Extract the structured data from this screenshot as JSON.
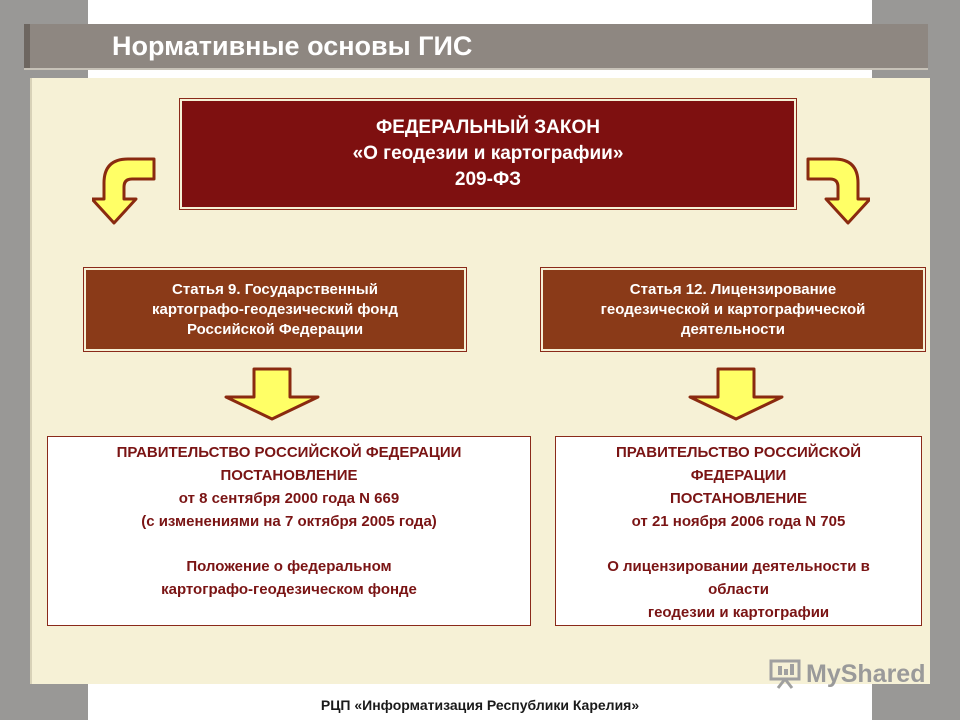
{
  "header": {
    "title": "Нормативные основы ГИС"
  },
  "law": {
    "line1": "ФЕДЕРАЛЬНЫЙ ЗАКОН",
    "line2": "«О геодезии и картографии»",
    "line3": "209-ФЗ"
  },
  "articles": [
    {
      "line1": "Статья 9. Государственный",
      "line2": "картографо-геодезический фонд",
      "line3": "Российской Федерации"
    },
    {
      "line1": "Статья 12. Лицензирование",
      "line2": "геодезической и картографической",
      "line3": "деятельности"
    }
  ],
  "decrees": [
    {
      "line1": "ПРАВИТЕЛЬСТВО РОССИЙСКОЙ ФЕДЕРАЦИИ",
      "line2": "ПОСТАНОВЛЕНИЕ",
      "line3": "от 8 сентября 2000 года N 669",
      "line4": "(с изменениями на 7 октября 2005 года)",
      "line5": "Положение о федеральном",
      "line6": "картографо-геодезическом фонде"
    },
    {
      "line1": "ПРАВИТЕЛЬСТВО РОССИЙСКОЙ",
      "line2": "ФЕДЕРАЦИИ",
      "line3": "ПОСТАНОВЛЕНИЕ",
      "line4": "от 21 ноября 2006 года N 705",
      "line5": "О лицензировании деятельности в",
      "line6": "области",
      "line7": "геодезии и картографии"
    }
  ],
  "footer": {
    "text": "РЦП «Информатизация Республики Карелия»"
  },
  "watermark": {
    "text": "MyShared"
  },
  "colors": {
    "law_box": "#7e1010",
    "article_box": "#8a3a18",
    "panel": "#f6f1d6",
    "arrow_fill": "#ffff66",
    "arrow_stroke": "#8a2a10"
  }
}
